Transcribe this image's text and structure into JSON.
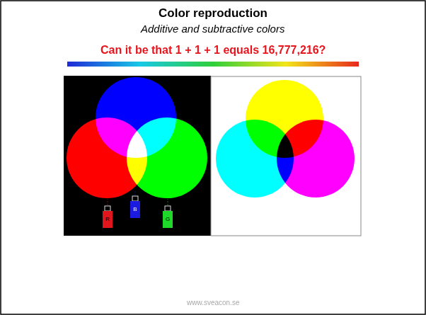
{
  "diagram": {
    "title": "Color reproduction",
    "nodes": [
      {
        "text": [
          "R"
        ]
      },
      {
        "text": [
          "B"
        ]
      },
      {
        "text": [
          "G"
        ]
      }
    ],
    "labels": [
      "Additive and subtractive colors",
      "Can it be that 1 + 1 + 1 equals 16,777,216?",
      "www.sveacon.se"
    ]
  }
}
